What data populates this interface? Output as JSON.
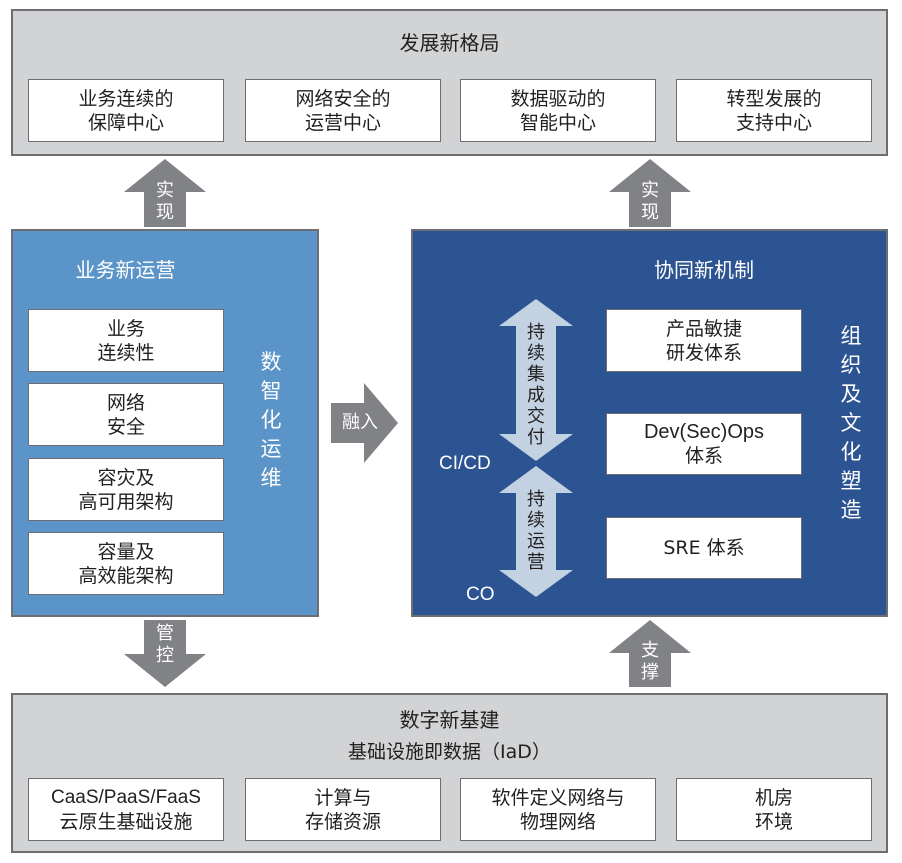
{
  "colors": {
    "gray_panel": "#d1d3d4",
    "panel_border": "#6d6e71",
    "light_blue_panel": "#5b94c8",
    "dark_blue_panel": "#2c5392",
    "arrow_gray": "#808285",
    "double_arrow": "#c3d2e2",
    "white": "#ffffff"
  },
  "top_panel": {
    "title": "发展新格局",
    "boxes": [
      {
        "line1": "业务连续的",
        "line2": "保障中心"
      },
      {
        "line1": "网络安全的",
        "line2": "运营中心"
      },
      {
        "line1": "数据驱动的",
        "line2": "智能中心"
      },
      {
        "line1": "转型发展的",
        "line2": "支持中心"
      }
    ]
  },
  "arrows": {
    "realize_left": {
      "label1": "实",
      "label2": "现",
      "direction": "up"
    },
    "realize_right": {
      "label1": "实",
      "label2": "现",
      "direction": "up"
    },
    "merge": {
      "label": "融入",
      "direction": "right"
    },
    "control": {
      "label1": "管",
      "label2": "控",
      "direction": "down"
    },
    "support": {
      "label1": "支",
      "label2": "撑",
      "direction": "up"
    }
  },
  "left_panel": {
    "title": "业务新运营",
    "vertical_label": "数智化运维",
    "boxes": [
      {
        "line1": "业务",
        "line2": "连续性"
      },
      {
        "line1": "网络",
        "line2": "安全"
      },
      {
        "line1": "容灾及",
        "line2": "高可用架构"
      },
      {
        "line1": "容量及",
        "line2": "高效能架构"
      }
    ]
  },
  "right_panel": {
    "title": "协同新机制",
    "vertical_label": "组织及文化塑造",
    "cicd_arrow_label": "持续集成交付",
    "co_arrow_label": "持续运营",
    "cicd_tag": "CI/CD",
    "co_tag": "CO",
    "boxes": [
      {
        "line1": "产品敏捷",
        "line2": "研发体系"
      },
      {
        "line1": "Dev(Sec)Ops",
        "line2": "体系"
      },
      {
        "line1": "SRE 体系",
        "line2": ""
      }
    ]
  },
  "bottom_panel": {
    "title": "数字新基建",
    "subtitle": "基础设施即数据（IaD）",
    "boxes": [
      {
        "line1": "CaaS/PaaS/FaaS",
        "line2": "云原生基础设施"
      },
      {
        "line1": "计算与",
        "line2": "存储资源"
      },
      {
        "line1": "软件定义网络与",
        "line2": "物理网络"
      },
      {
        "line1": "机房",
        "line2": "环境"
      }
    ]
  }
}
